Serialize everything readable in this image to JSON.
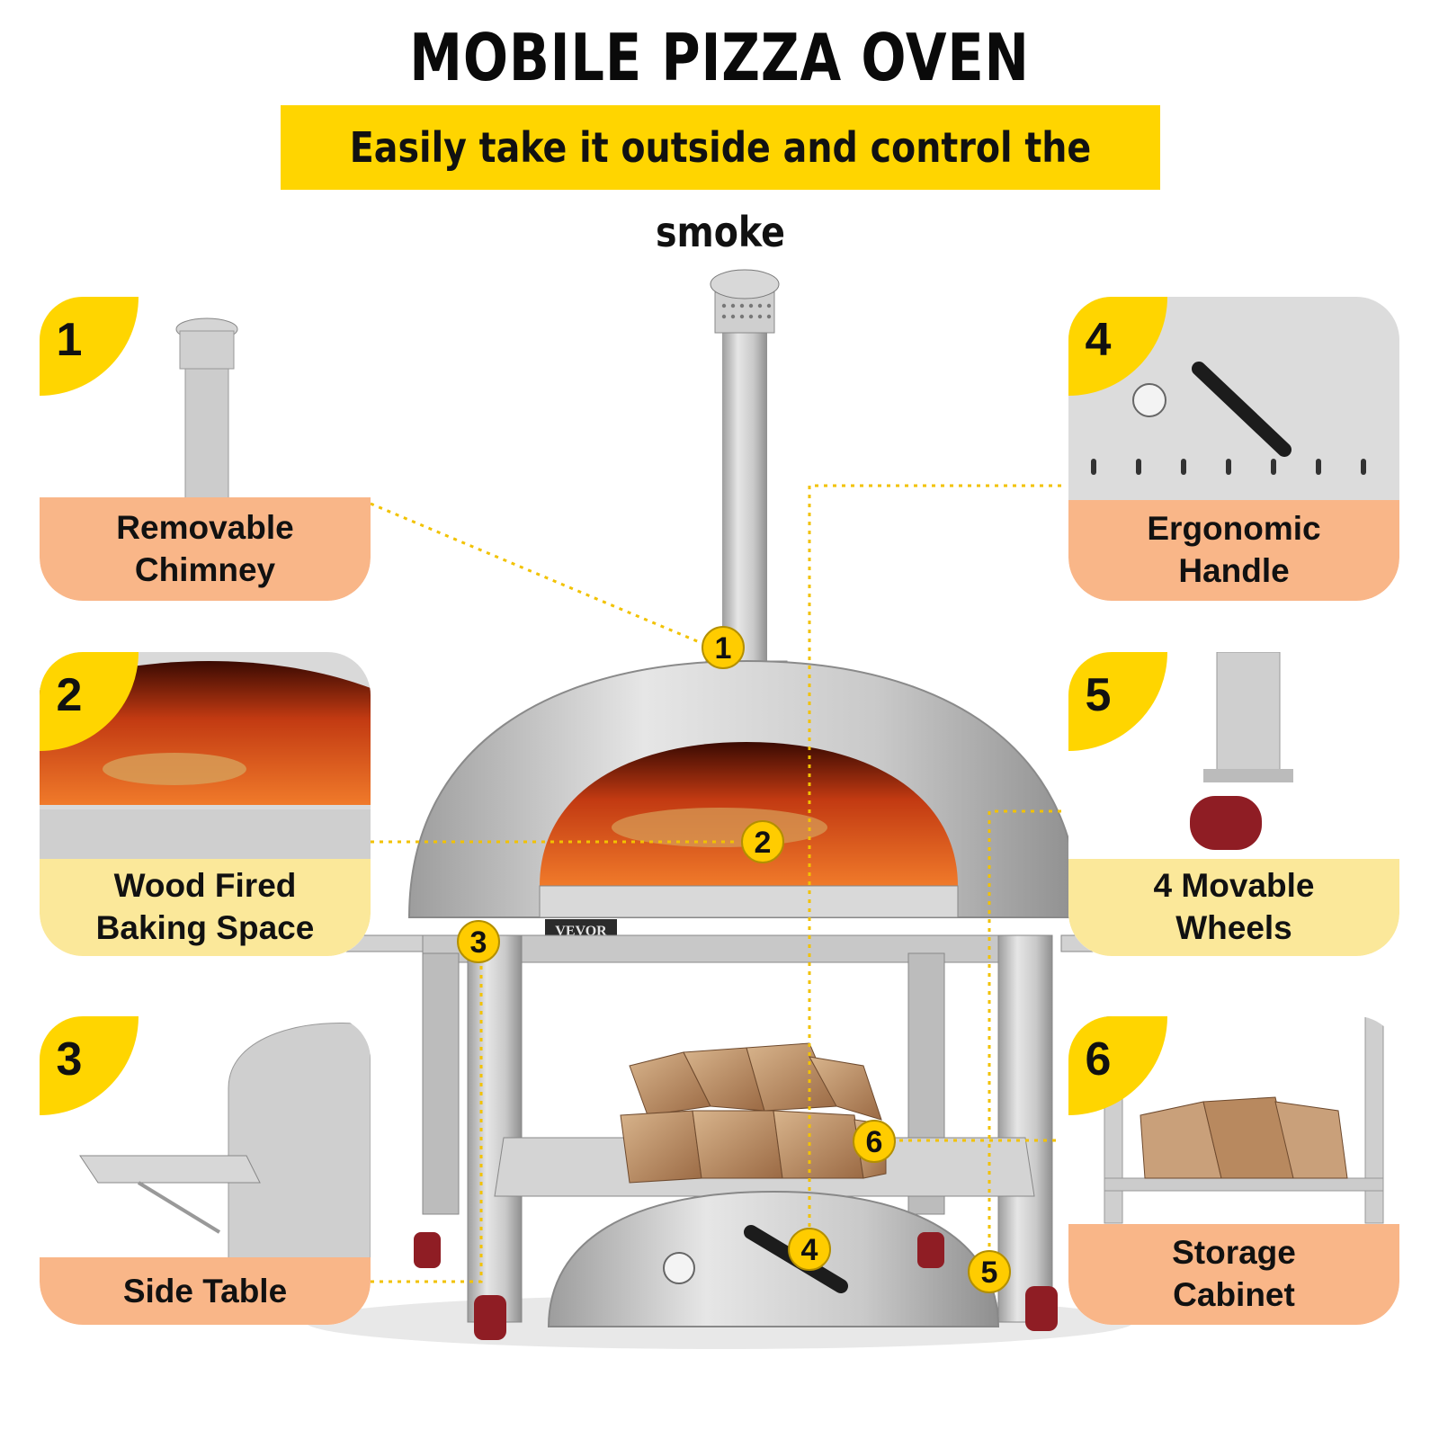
{
  "header": {
    "title": "MOBILE PIZZA OVEN",
    "subtitle": "Easily take it outside and control the smoke"
  },
  "brand": "VEVOR",
  "colors": {
    "accent_yellow": "#ffd500",
    "label_peach": "#f9b688",
    "label_light_yellow": "#fbe89a",
    "steel": "#c8c8c8",
    "fire": "#e0461a"
  },
  "features": [
    {
      "number": "1",
      "line1": "Removable",
      "line2": "Chimney"
    },
    {
      "number": "2",
      "line1": "Wood Fired",
      "line2": "Baking Space"
    },
    {
      "number": "3",
      "line1": "Side Table",
      "line2": ""
    },
    {
      "number": "4",
      "line1": "Ergonomic",
      "line2": "Handle"
    },
    {
      "number": "5",
      "line1": "4 Movable",
      "line2": "Wheels"
    },
    {
      "number": "6",
      "line1": "Storage",
      "line2": "Cabinet"
    }
  ],
  "markers": [
    "1",
    "2",
    "3",
    "4",
    "5",
    "6"
  ]
}
